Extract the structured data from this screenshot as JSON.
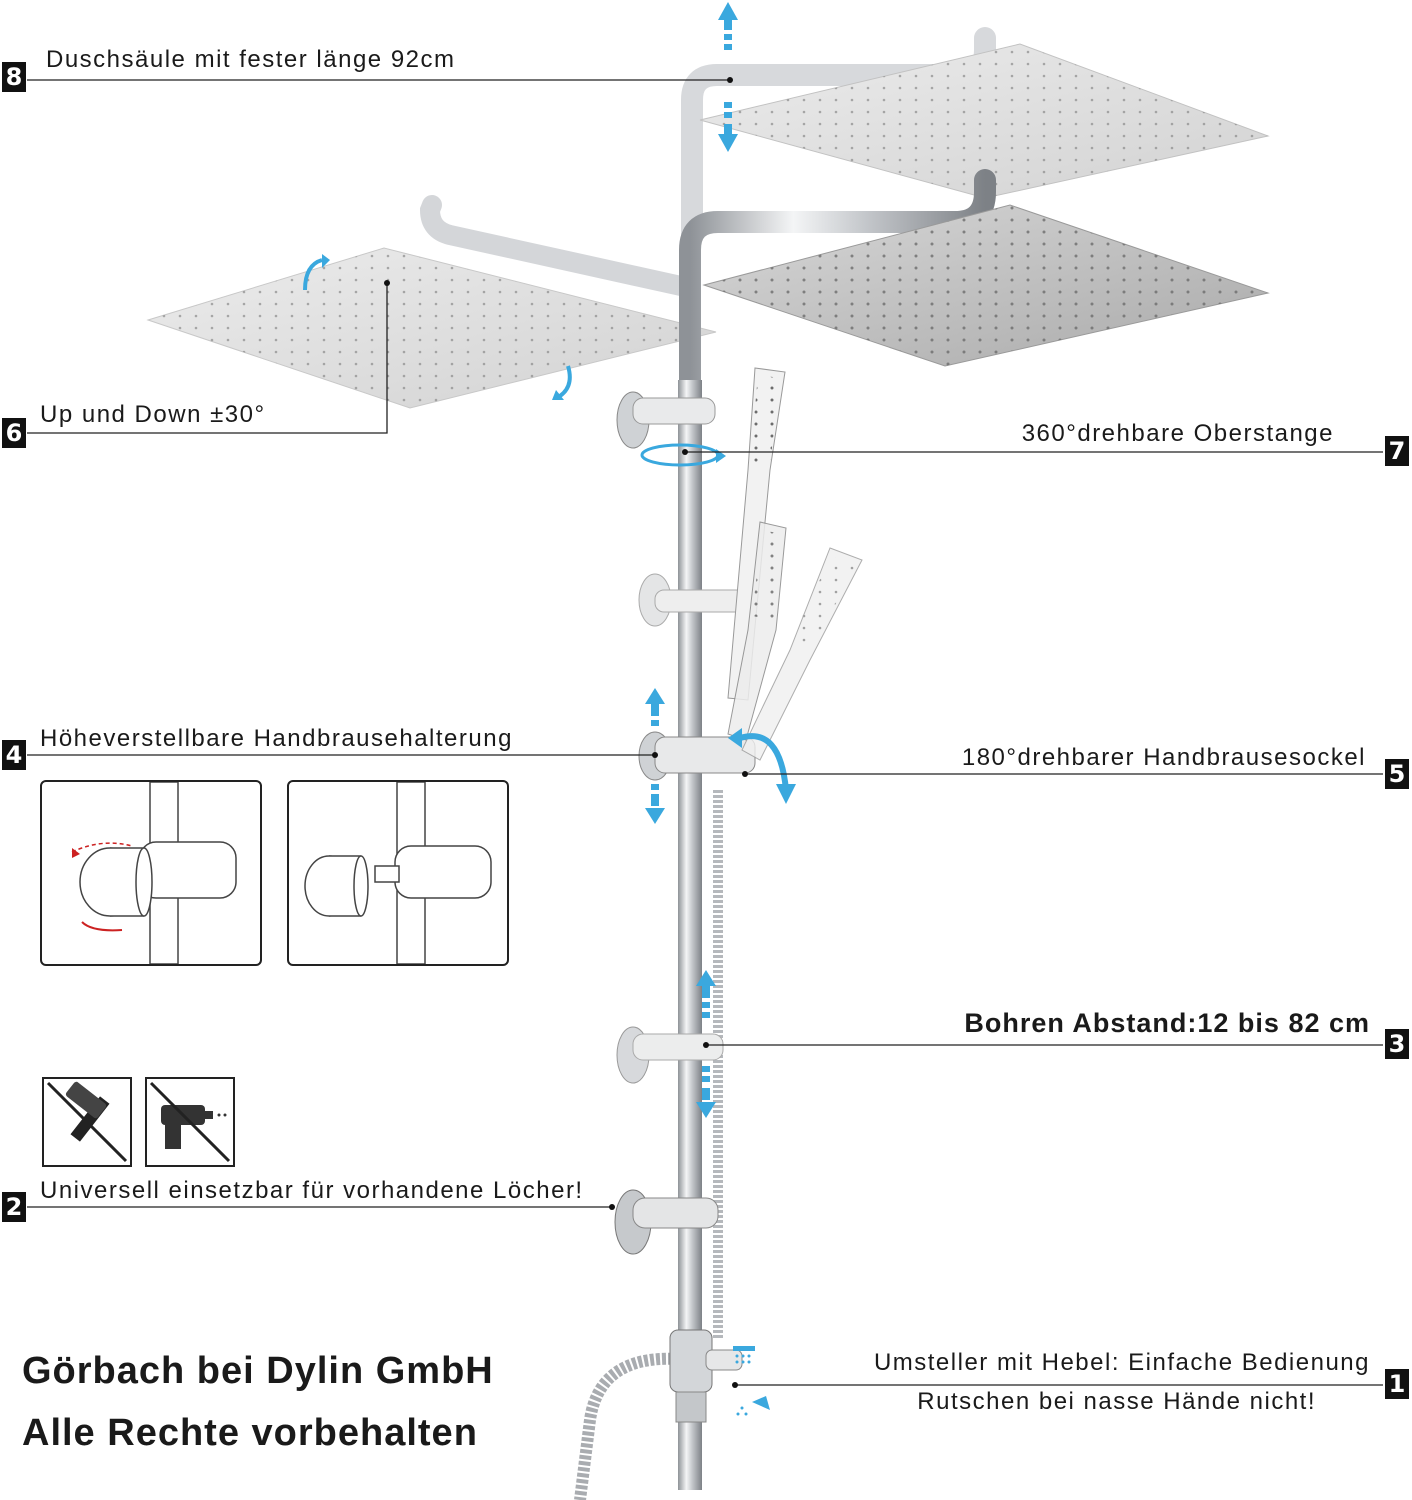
{
  "callouts": [
    {
      "number": "8",
      "text": "Duschsäule mit fester länge 92cm"
    },
    {
      "number": "6",
      "text": "Up und Down ±30°"
    },
    {
      "number": "7",
      "text": "360°drehbare Oberstange"
    },
    {
      "number": "4",
      "text": "Höheverstellbare Handbrausehalterung"
    },
    {
      "number": "5",
      "text": "180°drehbarer Handbrausesockel"
    },
    {
      "number": "3",
      "text": "Bohren Abstand:12 bis 82 cm"
    },
    {
      "number": "2",
      "text": "Universell einsetzbar für vorhandene Löcher!"
    },
    {
      "number": "1",
      "text": "Umsteller mit Hebel: Einfache Bedienung",
      "text2": "Rutschen bei nasse Hände nicht!"
    }
  ],
  "copyright": {
    "line1": "Görbach bei Dylin GmbH",
    "line2": "Alle Rechte vorbehalten"
  },
  "tool_icons": [
    "no-hammer-icon",
    "no-drill-icon"
  ],
  "colors": {
    "arrow": "#3aa8de",
    "chrome": "#c9ccd0",
    "rotation_arrow": "#cc2222"
  }
}
